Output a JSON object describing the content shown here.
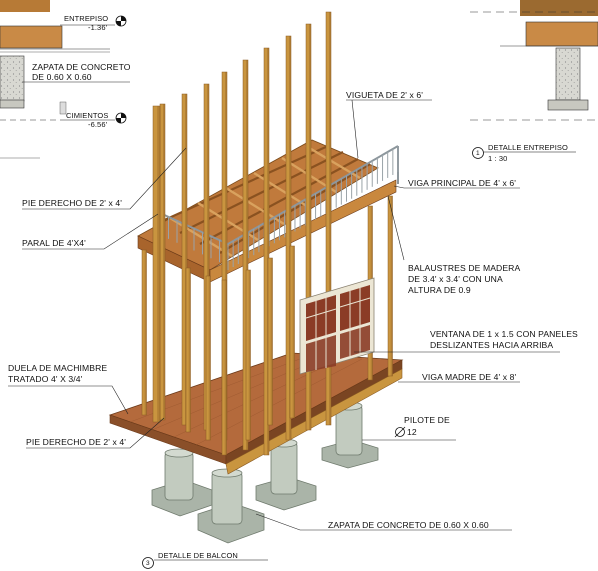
{
  "elevations": {
    "entrepiso_label": "ENTREPISO",
    "entrepiso_value": "-1.36'",
    "cimientos_label": "CIMIENTOS",
    "cimientos_value": "-6.56'"
  },
  "labels": {
    "zapata_top_line1": "ZAPATA DE CONCRETO",
    "zapata_top_line2": "DE 0.60 X 0.60",
    "vigueta": "VIGUETA DE 2' x 6'",
    "pie_derecho_top": "PIE DERECHO DE 2' x 4'",
    "viga_principal": "VIGA PRINCIPAL DE 4' x 6'",
    "paral": "PARAL DE 4'X4'",
    "balaustres_line1": "BALAUSTRES DE MADERA",
    "balaustres_line2": "DE 3.4' x 3.4' CON UNA",
    "balaustres_line3": "ALTURA DE  0.9",
    "ventana_line1": "VENTANA DE 1 x 1.5 CON PANELES",
    "ventana_line2": "DESLIZANTES HACIA ARRIBA",
    "duela_line1": "DUELA DE MACHIMBRE",
    "duela_line2": "TRATADO 4' X 3/4'",
    "viga_madre": "VIGA MADRE DE 4' x 8'",
    "pilote_line1": "PILOTE DE",
    "pilote_line2": "12",
    "pie_derecho_bottom": "PIE DERECHO DE 2' x 4'",
    "zapata_bottom": "ZAPATA DE CONCRETO DE 0.60 X 0.60"
  },
  "details": {
    "entrepiso_number": "1",
    "entrepiso_title": "DETALLE ENTREPISO",
    "entrepiso_scale": "1 : 30",
    "balcon_number": "3",
    "balcon_title": "DETALLE DE BALCON"
  },
  "colors": {
    "wood": "#c9953f",
    "wood_dark": "#8a5a22",
    "deck": "#b46a3c",
    "concrete": "#b9c2b8",
    "concrete_dark": "#8f9a8d",
    "rail": "#9aa3a8",
    "window_frame": "#e8e2d0",
    "window_pane": "#8b3c26"
  }
}
